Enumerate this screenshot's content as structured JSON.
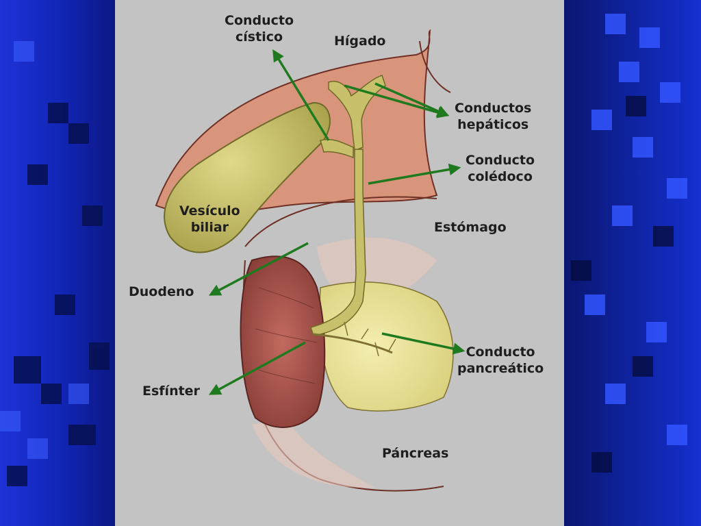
{
  "colors": {
    "background": "#c3c3c3",
    "side_bg_dark": "#0a1670",
    "side_bg_bright": "#2c49ff",
    "arrow": "#1f7a1f",
    "liver": "#d9957c",
    "gallbladder": "#c8c06a",
    "duodenum": "#a04c44",
    "pancreas": "#ece49a",
    "label_text": "#1e1e1e"
  },
  "labels": {
    "conducto_cistico": [
      "Conducto",
      "cístico"
    ],
    "higado": "Hígado",
    "conductos_hepaticos": [
      "Conductos",
      "hepáticos"
    ],
    "conducto_coledoco": [
      "Conducto",
      "colédoco"
    ],
    "vesicula_biliar": [
      "Vesículo",
      "biliar"
    ],
    "estomago": "Estómago",
    "duodeno": "Duodeno",
    "conducto_pancreatico": [
      "Conducto",
      "pancreático"
    ],
    "esfinter": "Esfínter",
    "pancreas": "Páncreas"
  }
}
